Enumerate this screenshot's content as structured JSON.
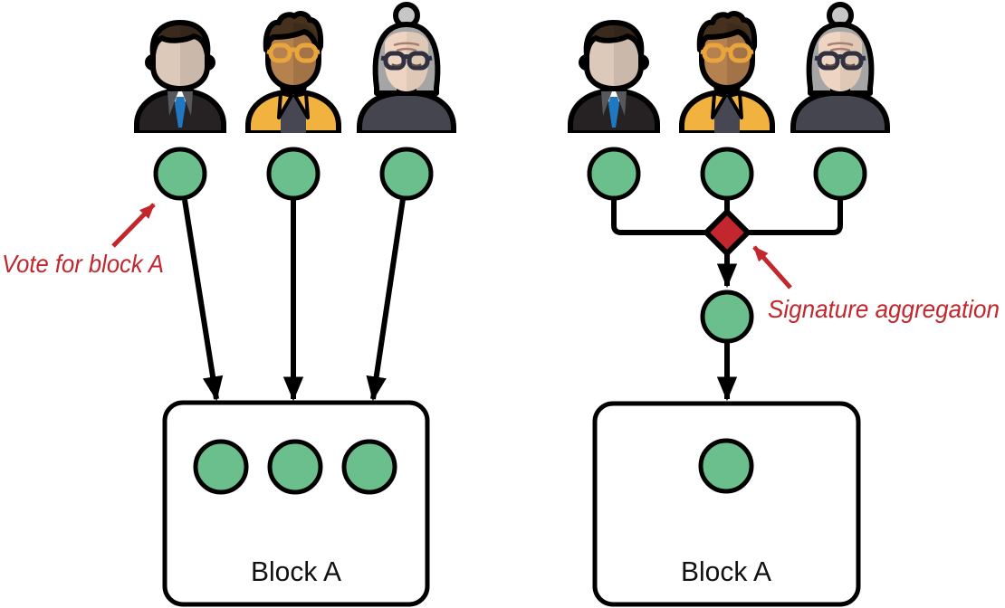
{
  "colors": {
    "signature_green": "#6bbf8d",
    "accent_red": "#c1272d",
    "outline": "#000000",
    "block_fill": "#ffffff"
  },
  "left_panel": {
    "annotation": "Vote for block A",
    "block_label": "Block A",
    "validators": [
      "businessman",
      "young person with glasses",
      "elder woman"
    ],
    "vote_count": 3
  },
  "right_panel": {
    "annotation": "Signature aggregation",
    "block_label": "Block A",
    "validators": [
      "businessman",
      "young person with glasses",
      "elder woman"
    ],
    "aggregated_signature_count": 1
  }
}
